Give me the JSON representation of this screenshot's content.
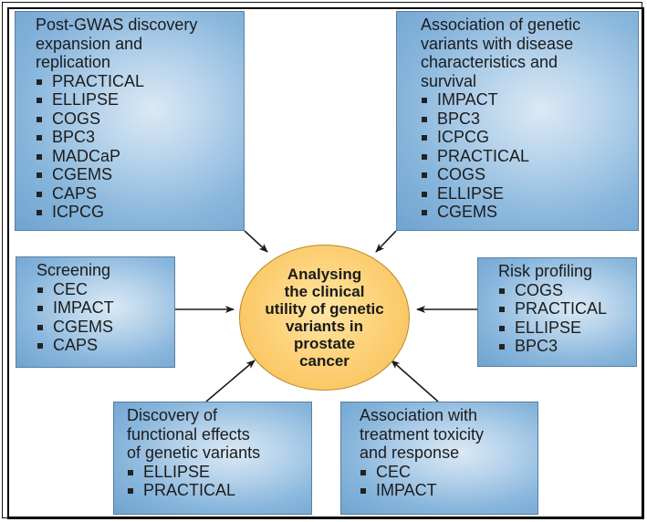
{
  "center": {
    "label": "Analysing the clinical utility of genetic variants in prostate cancer",
    "lines": [
      "Analysing",
      "the clinical",
      "utility of genetic",
      "variants in",
      "prostate",
      "cancer"
    ]
  },
  "boxes": {
    "postgwas": {
      "title_lines": [
        "Post-GWAS discovery",
        "expansion and",
        "replication"
      ],
      "items": [
        "PRACTICAL",
        "ELLIPSE",
        "COGS",
        "BPC3",
        "MADCaP",
        "CGEMS",
        "CAPS",
        "ICPCG"
      ]
    },
    "assoc": {
      "title_lines": [
        "Association of genetic",
        "variants with disease",
        "characteristics and",
        "survival"
      ],
      "items": [
        "IMPACT",
        "BPC3",
        "ICPCG",
        "PRACTICAL",
        "COGS",
        "ELLIPSE",
        "CGEMS"
      ]
    },
    "screening": {
      "title_lines": [
        "Screening"
      ],
      "items": [
        "CEC",
        "IMPACT",
        "CGEMS",
        "CAPS"
      ]
    },
    "risk": {
      "title_lines": [
        "Risk profiling"
      ],
      "items": [
        "COGS",
        "PRACTICAL",
        "ELLIPSE",
        "BPC3"
      ]
    },
    "functional": {
      "title_lines": [
        "Discovery of",
        "functional effects",
        "of genetic variants"
      ],
      "items": [
        "ELLIPSE",
        "PRACTICAL"
      ]
    },
    "treatment": {
      "title_lines": [
        "Association with",
        "treatment toxicity",
        "and response"
      ],
      "items": [
        "CEC",
        "IMPACT"
      ]
    }
  },
  "colors": {
    "box_fill": "#88b6dc",
    "box_border": "#5a7f9e",
    "ellipse_fill": "#fdd27a",
    "ellipse_border": "#b98a2a",
    "arrow": "#1a1a1a"
  }
}
